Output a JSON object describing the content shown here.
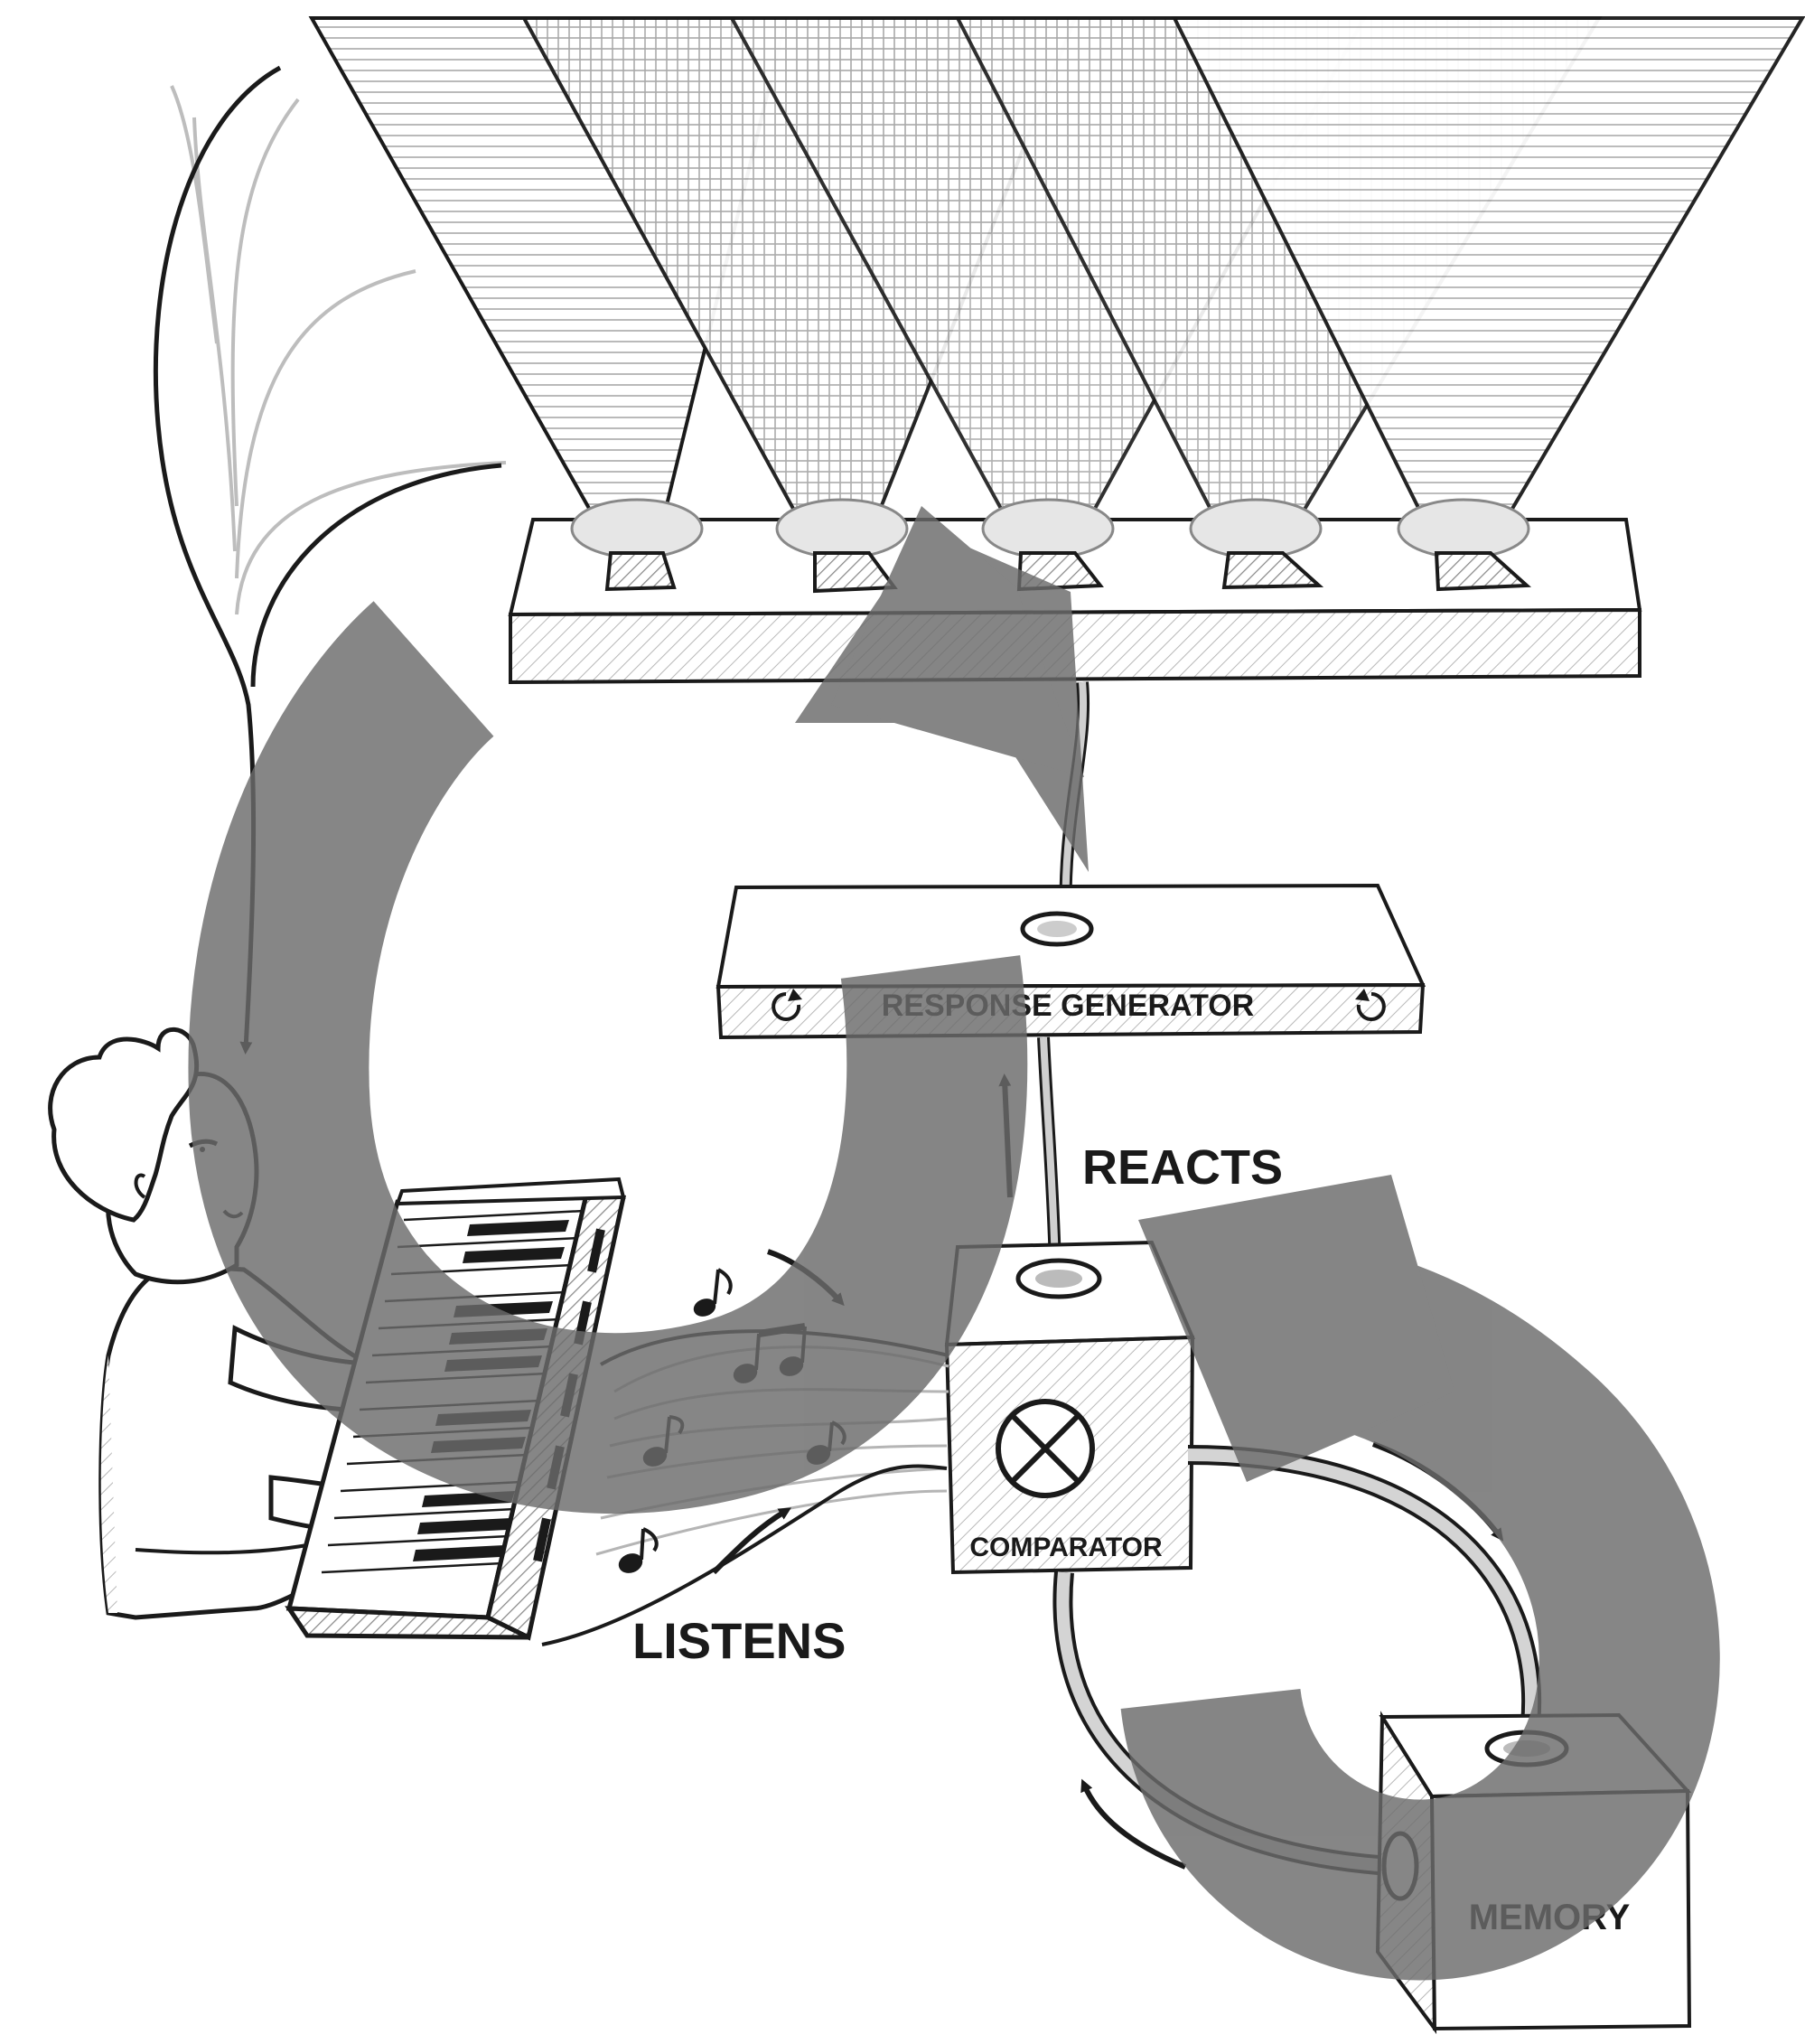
{
  "labels": {
    "response_generator": "RESPONSE GENERATOR",
    "reacts": "REACTS",
    "comparator": "COMPARATOR",
    "listens": "LISTENS",
    "memory": "MEMORY"
  },
  "colors": {
    "ink": "#1a1a1a",
    "overlay_arrows": "#6b6b6b",
    "hatch": "#9a9a9a",
    "beam_lines": "#b5b5b5",
    "background": "#ffffff"
  },
  "icons": {
    "comparator_symbol": "circled-x-icon",
    "generator_left_symbol": "rotate-ccw-icon",
    "generator_right_symbol": "rotate-cw-icon"
  },
  "speaker_count": 5
}
